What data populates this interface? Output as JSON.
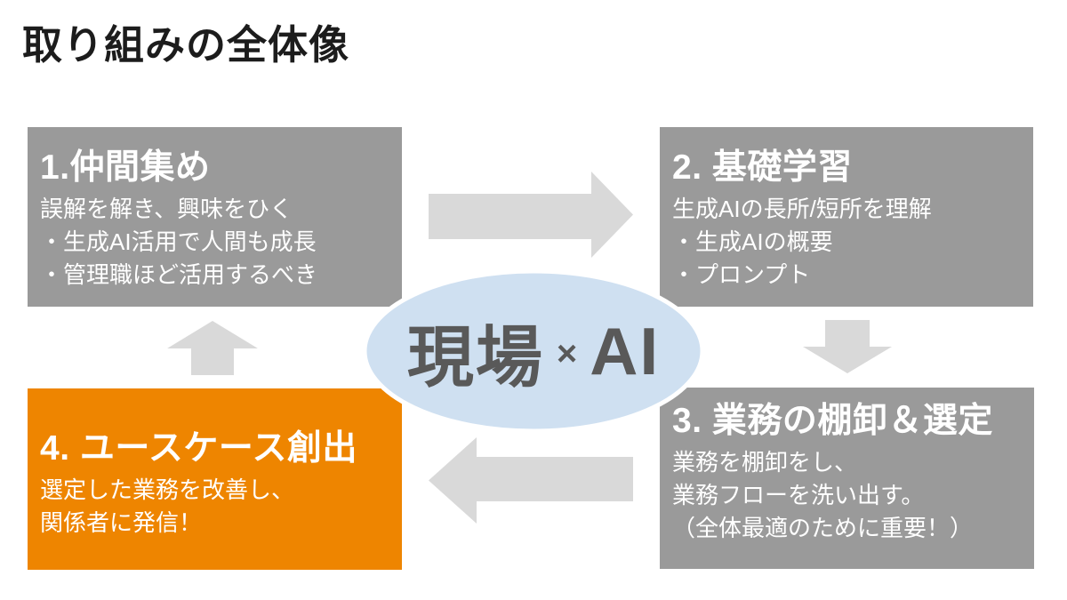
{
  "title": "取り組みの全体像",
  "center_badge": {
    "left": "現場",
    "operator": "×",
    "right": "AI"
  },
  "steps": [
    {
      "heading": "1.仲間集め",
      "lines": [
        "誤解を解き、興味をひく",
        "・生成AI活用で人間も成長",
        "・管理職ほど活用するべき"
      ],
      "highlight": false
    },
    {
      "heading": "2. 基礎学習",
      "lines": [
        "生成AIの長所/短所を理解",
        "・生成AIの概要",
        "・プロンプト"
      ],
      "highlight": false
    },
    {
      "heading": "3. 業務の棚卸＆選定",
      "lines": [
        "業務を棚卸をし、",
        "業務フローを洗い出す。",
        "（全体最適のために重要！）"
      ],
      "highlight": false
    },
    {
      "heading": "4. ユースケース創出",
      "lines": [
        "選定した業務を改善し、",
        "関係者に発信！"
      ],
      "highlight": true
    }
  ],
  "flow": {
    "cycle_order": [
      "arrow-right",
      "arrow-down",
      "arrow-left",
      "arrow-up"
    ]
  },
  "colors": {
    "step_box": "#9a9a9a",
    "highlight_box": "#ee8500",
    "arrow": "#d9d9d9",
    "ellipse_fill": "#cfe0f1",
    "ellipse_border": "#ffffff",
    "ellipse_text": "#595959",
    "title_text": "#1c1c1c",
    "box_text": "#ffffff",
    "background": "#ffffff"
  }
}
